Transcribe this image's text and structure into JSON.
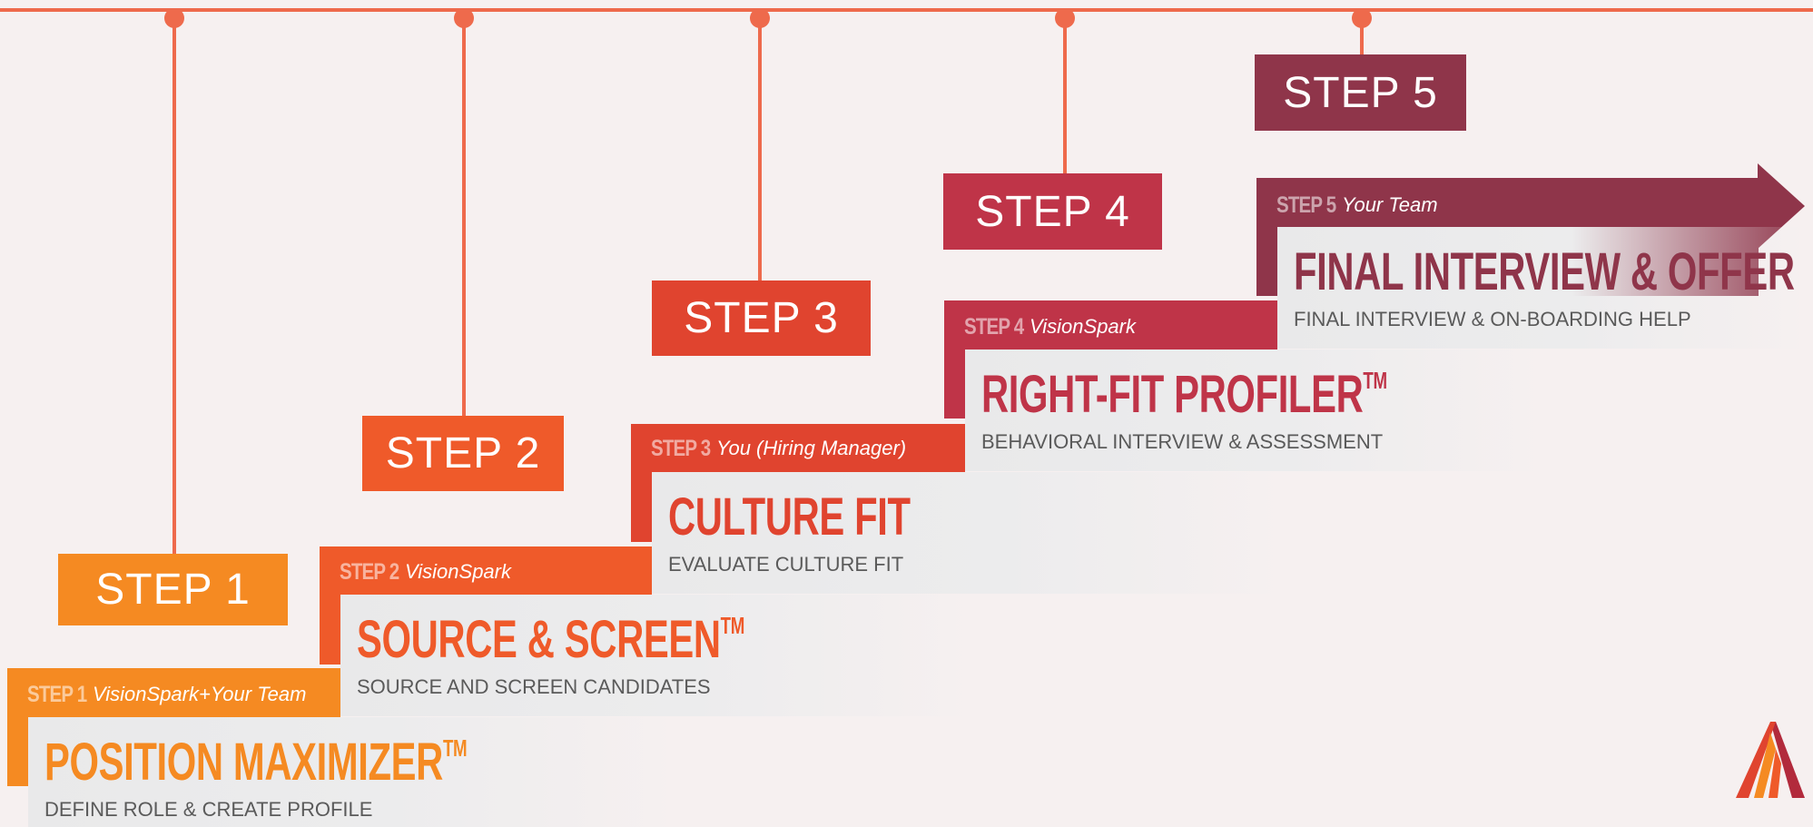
{
  "timeline": {
    "labels": [
      "STEP 1",
      "STEP 2",
      "STEP 3",
      "STEP 4",
      "STEP 5"
    ]
  },
  "steps": [
    {
      "tag": "STEP 1",
      "who": "VisionSpark+Your Team",
      "title": "POSITION MAXIMIZER",
      "tm": "TM",
      "subtitle": "DEFINE ROLE & CREATE PROFILE",
      "color": "#f58a22"
    },
    {
      "tag": "STEP 2",
      "who": "VisionSpark",
      "title": "SOURCE & SCREEN",
      "tm": "TM",
      "subtitle": "SOURCE AND SCREEN CANDIDATES",
      "color": "#ef5a2a"
    },
    {
      "tag": "STEP 3",
      "who": "You (Hiring Manager)",
      "title": "CULTURE FIT",
      "tm": "",
      "subtitle": "EVALUATE CULTURE FIT",
      "color": "#e0442f"
    },
    {
      "tag": "STEP 4",
      "who": "VisionSpark",
      "title": "RIGHT-FIT PROFILER",
      "tm": "TM",
      "subtitle": "BEHAVIORAL INTERVIEW & ASSESSMENT",
      "color": "#bf3448"
    },
    {
      "tag": "STEP 5",
      "who": "Your Team",
      "title": "FINAL INTERVIEW & OFFER",
      "tm": "",
      "subtitle": "FINAL INTERVIEW & ON-BOARDING HELP",
      "color": "#8f354a"
    }
  ],
  "logo": {
    "icon": "triangle-a-logo-icon"
  }
}
